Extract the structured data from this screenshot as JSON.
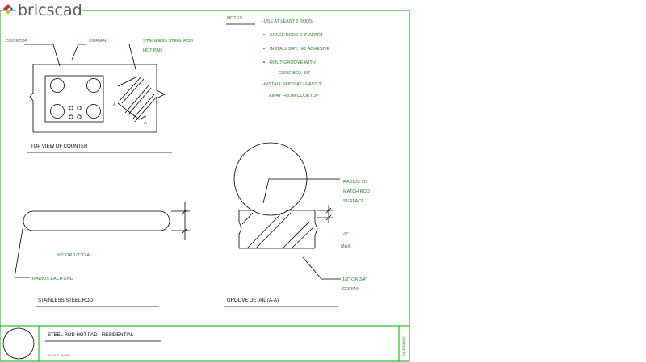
{
  "brand": {
    "name": "bricscad",
    "logo_colors": [
      "#d9232e",
      "#2a6fb8",
      "#f2a81d"
    ]
  },
  "colors": {
    "frame": "#00aa00",
    "linework": "#000000",
    "callout_text": "#2a7a2a"
  },
  "notes": {
    "heading": "NOTES:",
    "items": [
      "-USE AT LEAST 3 RODS",
      "SPACE RODS 2-3\" APART",
      "INSTALL DRY, NO ADHESIVE",
      "ROUT GROOVE WITH",
      "CORE BOX BIT",
      "-INSTALL RODS AT LEAST 3\"",
      "AWAY FROM COOKTOP"
    ]
  },
  "top_view": {
    "title": "TOP VIEW OF COUNTER",
    "cooktop_label": "COOKTOP",
    "corian_label": "CORIAN",
    "rod_label_1": "STAINLESS STEEL ROD",
    "rod_label_2": "HOT PAD",
    "section_mark": "A"
  },
  "rod_view": {
    "title": "STAINLESS STEEL ROD",
    "dia_label": "3/8\" OR 1/2\" DIA.",
    "radius_label": "RADIUS EACH END"
  },
  "groove_detail": {
    "title": "GROOVE DETAIL (A-A)",
    "radius_1": "RADIUS TO",
    "radius_2": "MATCH ROD",
    "radius_3": "SURFACE",
    "depth_1": "1/8\"",
    "depth_2": "MAX.",
    "corian_1": "1/2\" OR 3/4\"",
    "corian_2": "CORIAN"
  },
  "title_block": {
    "title": "STEEL ROD HOT PAD - RESIDENTIAL",
    "scale": "SCALE: NONE",
    "sheet_id": "AIA-EH00000"
  }
}
